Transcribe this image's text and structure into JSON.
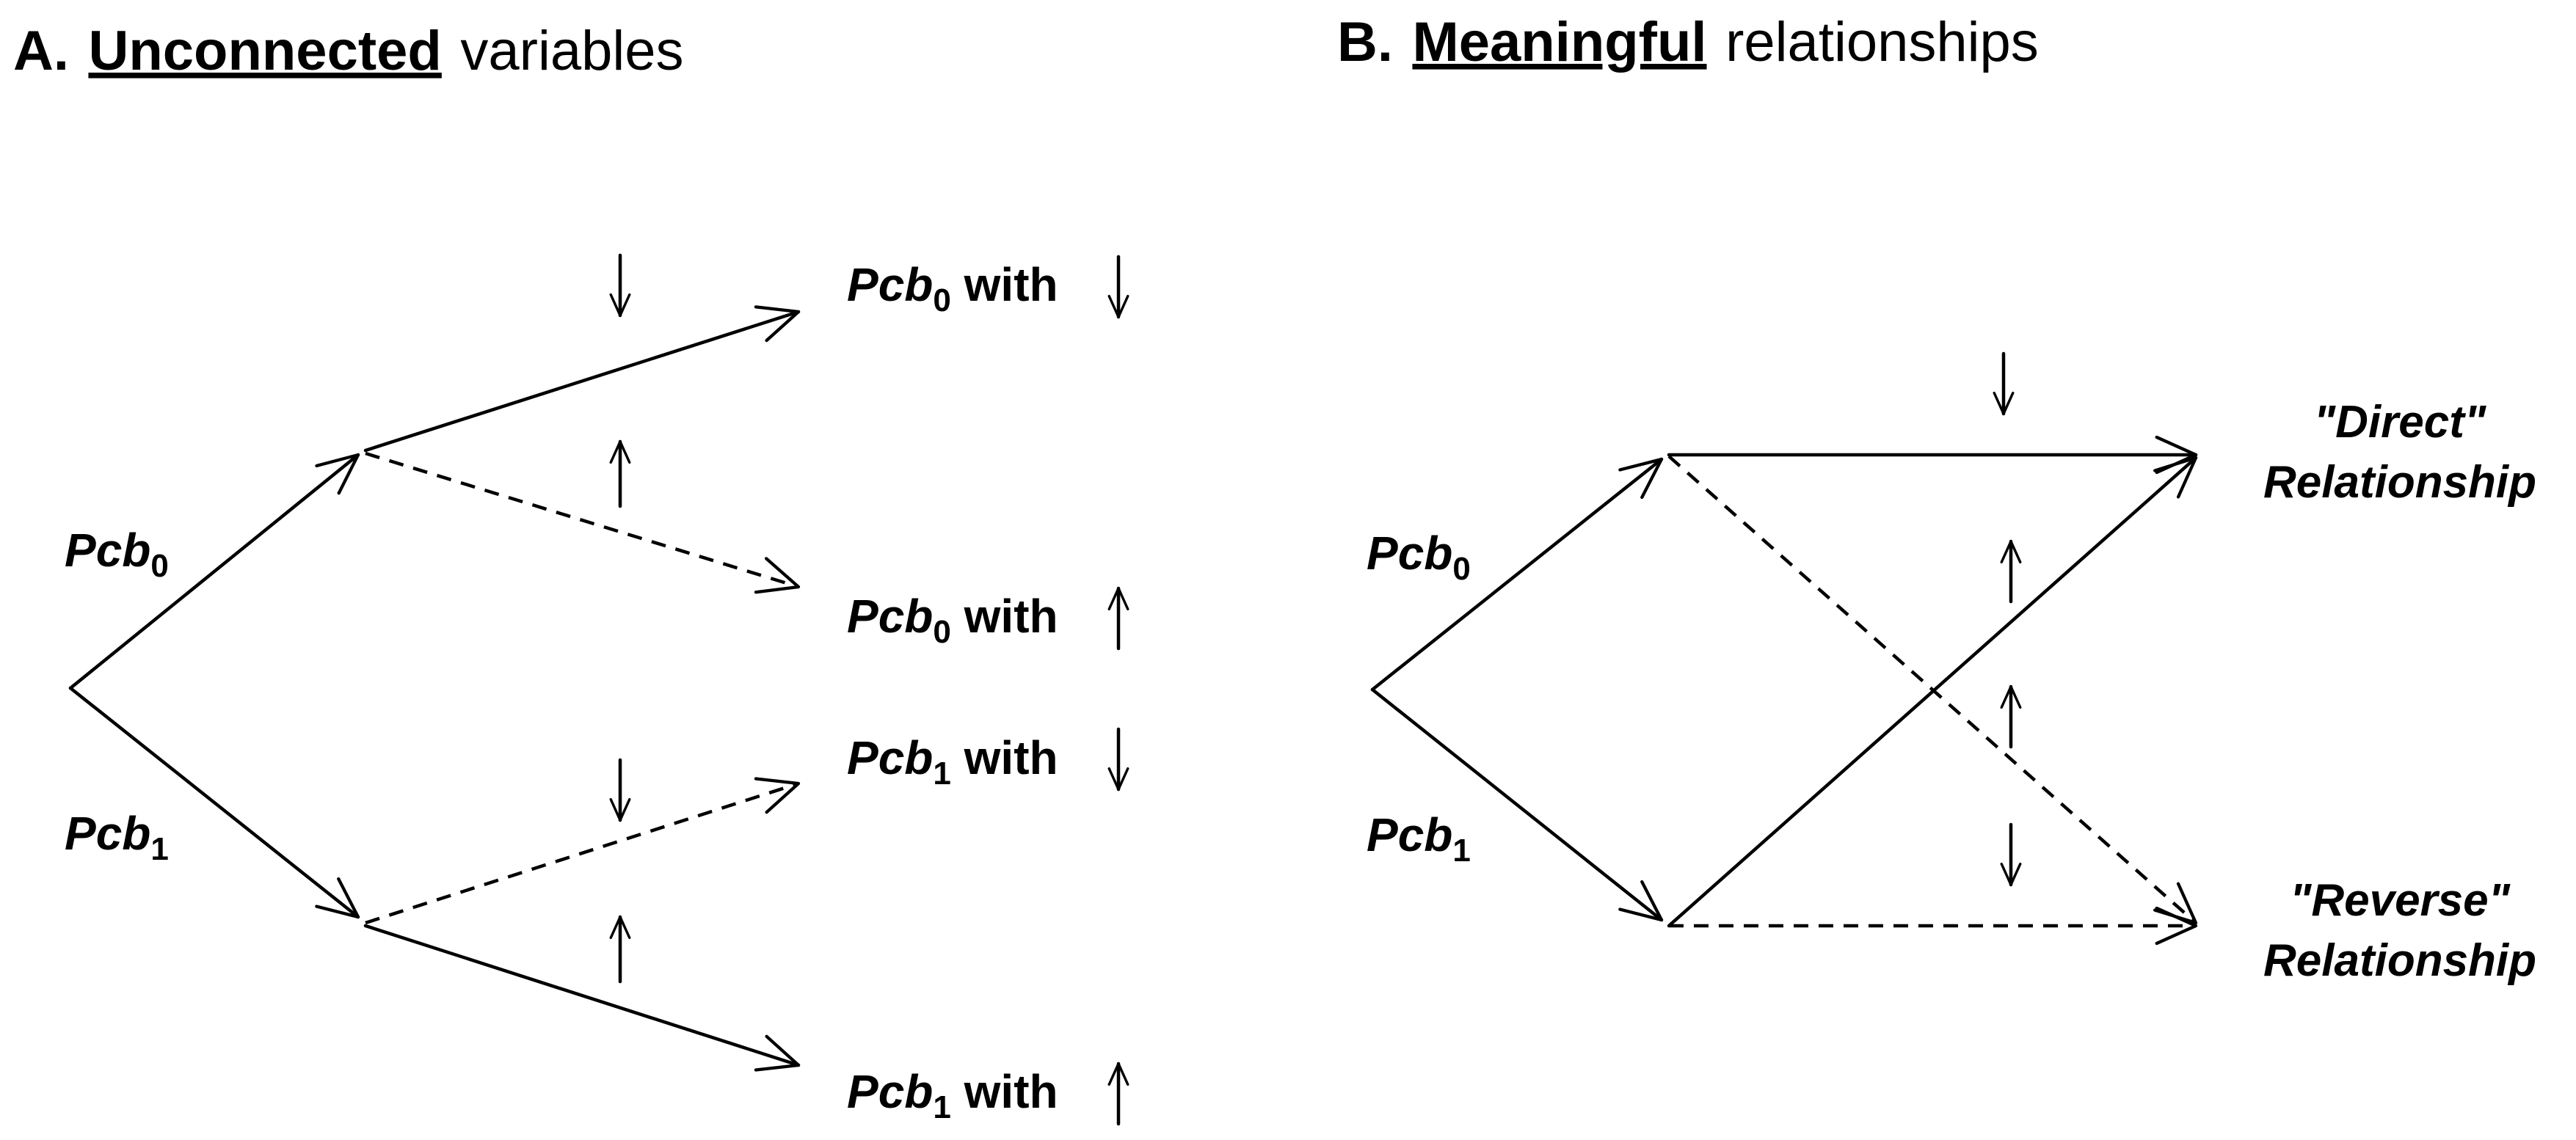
{
  "panel_a": {
    "letter": "A.",
    "keyword": "Unconnected",
    "rest": " variables",
    "branch_labels": {
      "pcb0_base": "Pcb",
      "pcb0_sub": "0",
      "pcb1_base": "Pcb",
      "pcb1_sub": "1"
    },
    "outcomes": [
      {
        "base": "Pcb",
        "sub": "0",
        "text": " with",
        "arrow": "down"
      },
      {
        "base": "Pcb",
        "sub": "0",
        "text": " with",
        "arrow": "up"
      },
      {
        "base": "Pcb",
        "sub": "1",
        "text": " with",
        "arrow": "down"
      },
      {
        "base": "Pcb",
        "sub": "1",
        "text": " with",
        "arrow": "up"
      }
    ]
  },
  "panel_b": {
    "letter": "B.",
    "keyword": "Meaningful",
    "rest": " relationships",
    "branch_labels": {
      "pcb0_base": "Pcb",
      "pcb0_sub": "0",
      "pcb1_base": "Pcb",
      "pcb1_sub": "1"
    },
    "direct_line1": "\"Direct\"",
    "direct_line2": "Relationship",
    "reverse_line1": "\"Reverse\"",
    "reverse_line2": "Relationship"
  },
  "colors": {
    "ink": "#000000",
    "background": "#ffffff"
  }
}
